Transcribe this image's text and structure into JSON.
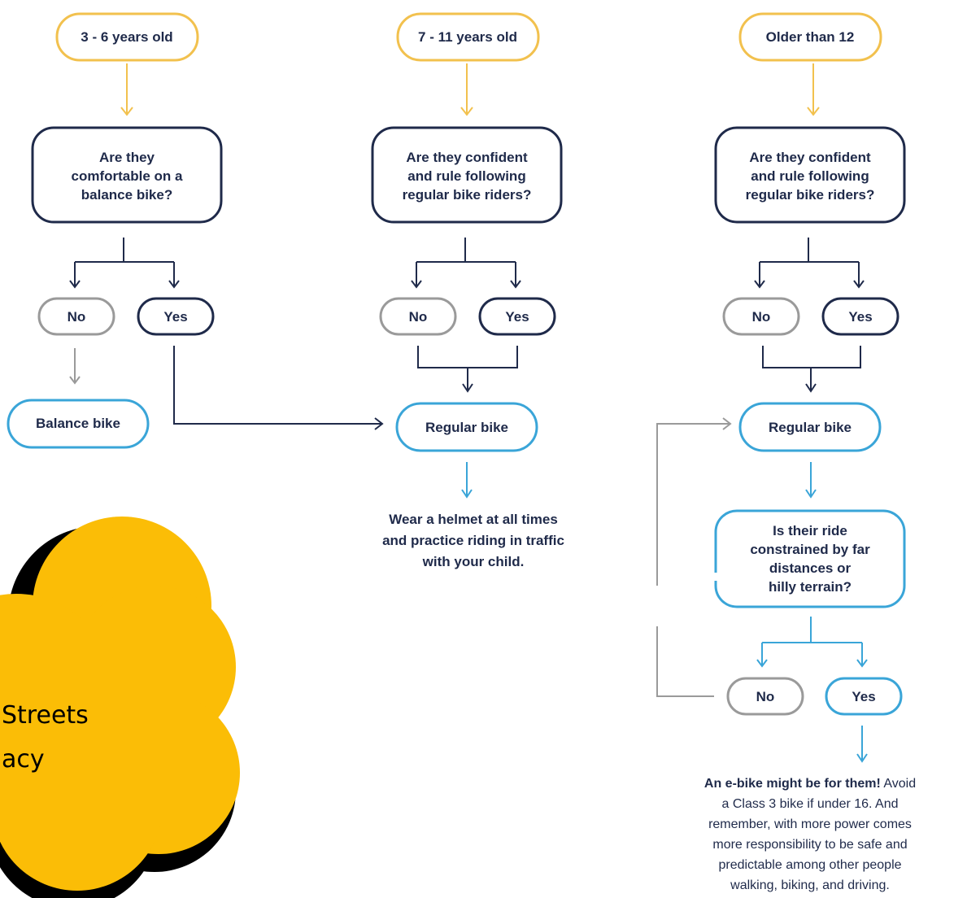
{
  "columns": [
    {
      "age_label": "3 - 6 years old",
      "question": [
        "Are they",
        "comfortable on a",
        "balance bike?"
      ],
      "no_label": "No",
      "yes_label": "Yes",
      "no_result": "Balance bike"
    },
    {
      "age_label": "7 - 11 years old",
      "question": [
        "Are they confident",
        "and rule following",
        "regular bike riders?"
      ],
      "no_label": "No",
      "yes_label": "Yes",
      "result": "Regular bike",
      "advice": [
        "Wear a helmet at all times",
        "and practice riding in traffic",
        "with your child."
      ]
    },
    {
      "age_label": "Older than 12",
      "question": [
        "Are they confident",
        "and rule following",
        "regular bike riders?"
      ],
      "no_label": "No",
      "yes_label": "Yes",
      "result": "Regular bike",
      "question2": [
        "Is their ride",
        "constrained by far",
        "distances or",
        "hilly terrain?"
      ],
      "no2_label": "No",
      "yes2_label": "Yes",
      "ebike_lead": "An e-bike might be for them!",
      "ebike_rest_first": " Avoid",
      "ebike_lines": [
        "a Class 3 bike if under 16. And",
        "remember, with more power comes",
        "more responsibility to be safe and",
        "predictable among other people",
        "walking, biking, and driving."
      ]
    }
  ],
  "cloud": {
    "line1": "Streets",
    "line2": "acy"
  },
  "colors": {
    "navy": "#1f2a4a",
    "yellow": "#f2c14e",
    "blue": "#3aa5d8",
    "gray": "#9a9a9a",
    "cloud_fill": "#fbbd06",
    "cloud_shadow": "#000000"
  }
}
